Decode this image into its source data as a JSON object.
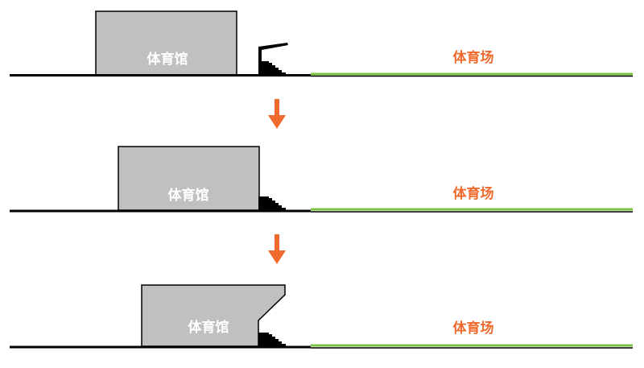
{
  "colors": {
    "building_fill": "#c0c0c0",
    "outline": "#000000",
    "field_green": "#7cc242",
    "accent_orange": "#ef6a2c",
    "label_white": "#ffffff"
  },
  "stages": [
    {
      "building_label": "体育馆",
      "field_label": "体育场"
    },
    {
      "building_label": "体育馆",
      "field_label": "体育场"
    },
    {
      "building_label": "体育馆",
      "field_label": "体育场"
    }
  ],
  "arrows": [
    {
      "icon": "arrow-down-icon"
    },
    {
      "icon": "arrow-down-icon"
    }
  ]
}
